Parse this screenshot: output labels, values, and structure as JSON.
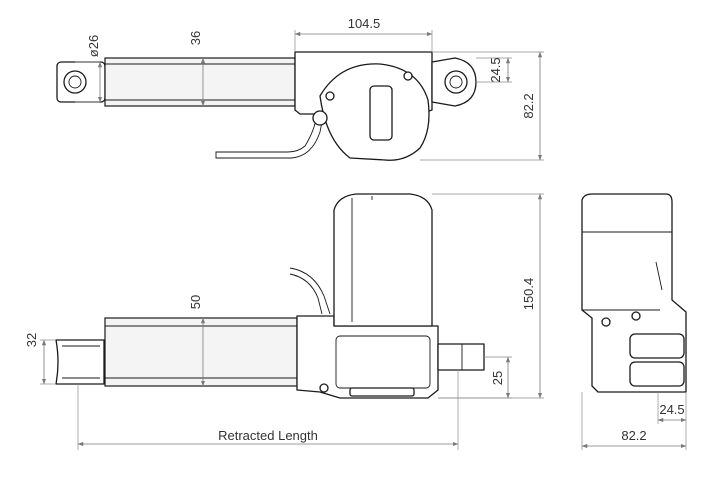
{
  "dimensions": {
    "rod_diameter": "ø26",
    "tube_height_top": "36",
    "housing_length": "104.5",
    "eye_offset_top": "24.5",
    "total_width_top": "82.2",
    "tube_height_front": "50",
    "rod_end_height": "32",
    "total_height": "150.4",
    "mount_height": "25",
    "retracted_length": "Retracted Length",
    "side_offset": "24.5",
    "side_width": "82.2"
  },
  "colors": {
    "line": "#1a1a1a",
    "dimension": "#7a7a7a",
    "text": "#333333"
  }
}
